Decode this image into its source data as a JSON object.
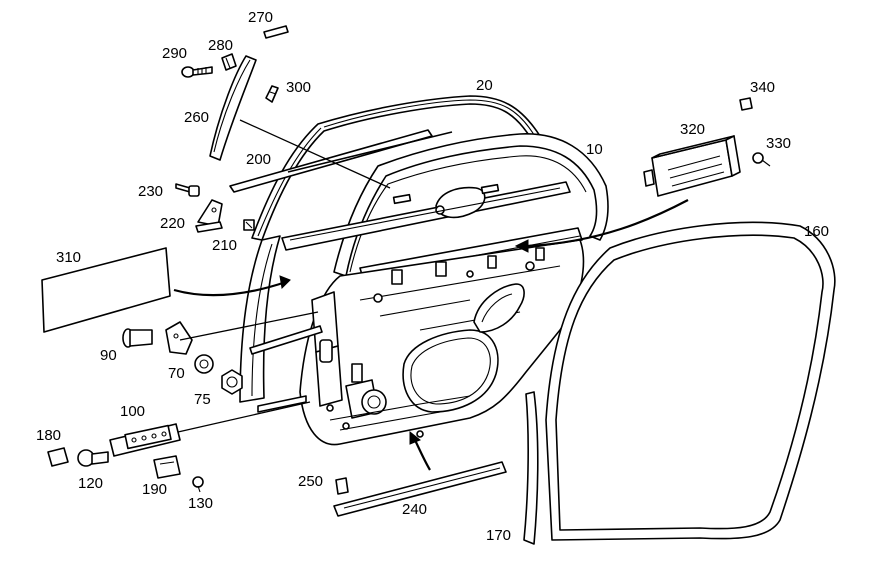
{
  "diagram": {
    "labels": {
      "l10": "10",
      "l20": "20",
      "l70": "70",
      "l75": "75",
      "l90": "90",
      "l100": "100",
      "l120": "120",
      "l130": "130",
      "l160": "160",
      "l170": "170",
      "l180": "180",
      "l190": "190",
      "l200": "200",
      "l210": "210",
      "l220": "220",
      "l230": "230",
      "l240": "240",
      "l250": "250",
      "l260": "260",
      "l270": "270",
      "l280": "280",
      "l290": "290",
      "l300": "300",
      "l310": "310",
      "l320": "320",
      "l330": "330",
      "l340": "340"
    }
  }
}
